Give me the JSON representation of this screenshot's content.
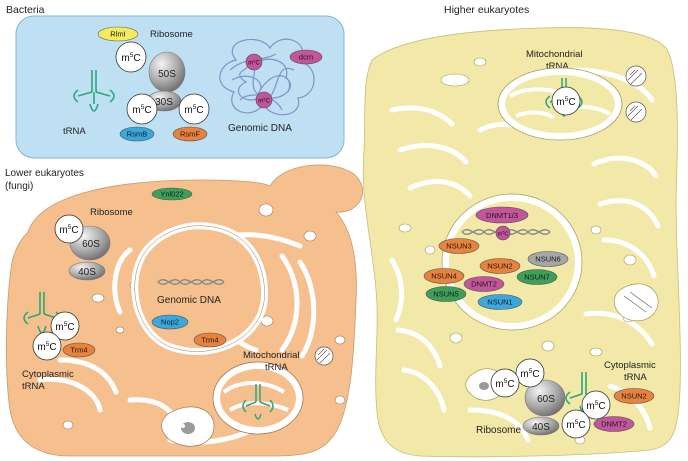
{
  "panels": {
    "bacteria": {
      "title": "Bacteria",
      "ribosome_label": "Ribosome",
      "large_subunit": "50S",
      "small_subunit": "30S",
      "genomic_dna_label": "Genomic DNA",
      "trna_label": "tRNA",
      "enzymes": [
        "RlmI",
        "RsmB",
        "RsmF",
        "dcm"
      ]
    },
    "lower_eukaryotes": {
      "title_line1": "Lower eukaryotes",
      "title_line2": "(fungi)",
      "ribosome_label": "Ribosome",
      "large_subunit": "60S",
      "small_subunit": "40S",
      "genomic_dna_label": "Genomic DNA",
      "mito_label_line1": "Mitochondrial",
      "mito_label_line2": "tRNA",
      "cyto_label_line1": "Cytoplasmic",
      "cyto_label_line2": "tRNA",
      "enzymes": [
        "Ynl022",
        "Nop2",
        "Trm4",
        "Trm4"
      ]
    },
    "higher_eukaryotes": {
      "title": "Higher eukaryotes",
      "mito_label_line1": "Mitochondrial",
      "mito_label_line2": "tRNA",
      "cyto_label_line1": "Cytoplasmic",
      "cyto_label_line2": "tRNA",
      "ribosome_label": "Ribosome",
      "large_subunit": "60S",
      "small_subunit": "40S",
      "nuclear_enzymes": [
        "DNMT1/3",
        "NSUN3",
        "NSUN6",
        "NSUN2",
        "NSUN4",
        "NSUN7",
        "DNMT2",
        "NSUN5",
        "NSUN1"
      ],
      "cyto_enzymes": [
        "NSUN2",
        "DNMT2"
      ]
    }
  },
  "mark": {
    "base": "m",
    "sup": "5",
    "tail": "C"
  },
  "colors": {
    "bacteria_bg": "#bfe0f2",
    "fungi_bg": "#f5c08e",
    "higher_bg": "#f2e8a8",
    "trna_green": "#2aa87c",
    "dna_loop": "#7f93c9",
    "enzyme_yellow": "#f4ea5a",
    "enzyme_blue": "#3aa8dc",
    "enzyme_orange": "#e8823c",
    "enzyme_magenta": "#c4559d",
    "enzyme_green": "#3c9f5a",
    "enzyme_grey": "#a6a6a6"
  }
}
